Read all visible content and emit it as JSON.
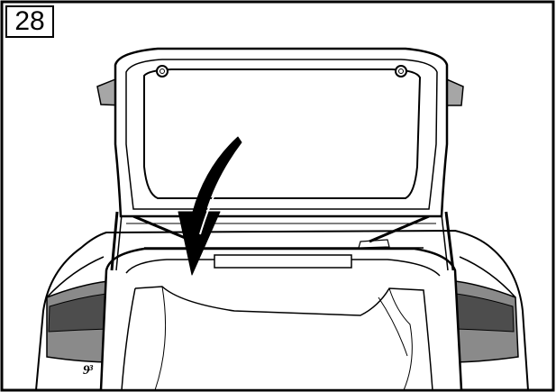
{
  "step_number": "28",
  "badge_text": "9³",
  "colors": {
    "line": "#000000",
    "background": "#ffffff",
    "mirror_gray": "#a6a6a6",
    "taillight_dark": "#4d4d4d",
    "taillight_mid": "#8a8a8a"
  },
  "icons": {
    "arrow": "curved-down-arrow",
    "hinge": "gas-strut",
    "trunk": "open-trunk"
  }
}
